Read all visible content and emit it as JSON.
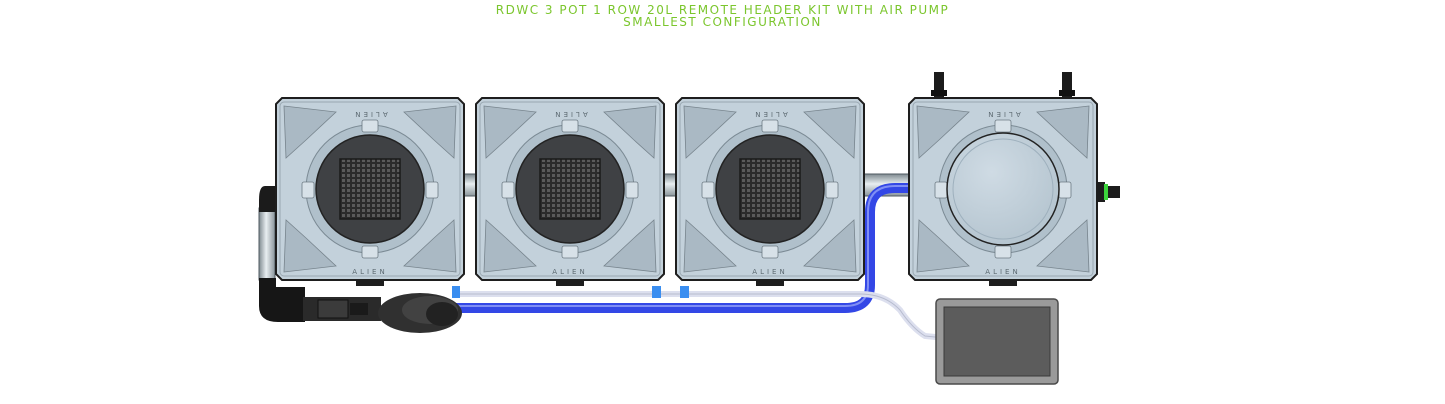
{
  "title": {
    "line1": "RDWC 3 POT 1 ROW 20L REMOTE HEADER KIT WITH AIR PUMP",
    "line2": "SMALLEST CONFIGURATION"
  },
  "pot_brand_label": "ALIEN",
  "colors": {
    "title": "#7bc62d",
    "pot_body": "#c5d3dd",
    "blue_hose": "#4a5cf0",
    "air_line": "#e0e4f2",
    "air_pump": "#5c5c5c",
    "outline": "#1e1e1e"
  }
}
